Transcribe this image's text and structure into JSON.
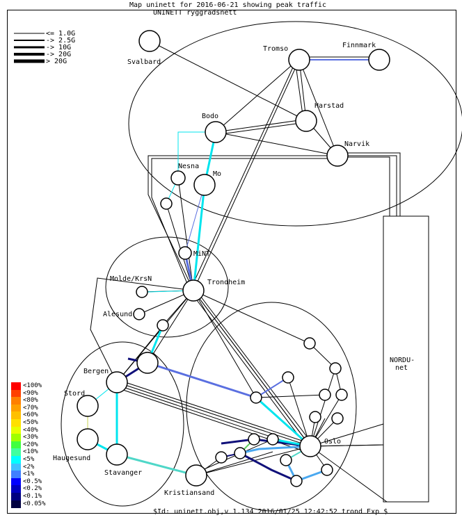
{
  "header": {
    "title": "Map uninett for 2016-06-21 showing peak traffic",
    "subtitle": "UNINETT ryggradsnett"
  },
  "footer": "$Id: uninett.obj,v 1.134 2016/01/25 12:42:52 trond Exp $",
  "bandwidth_legend": [
    {
      "label": "<= 1.0G",
      "level": 1
    },
    {
      "label": "-> 2.5G",
      "level": 2
    },
    {
      "label": "-> 10G",
      "level": 3
    },
    {
      "label": "-> 20G",
      "level": 4
    },
    {
      "label": "> 20G",
      "level": 5
    }
  ],
  "utilization_legend": [
    {
      "label": "<100%",
      "color": "#ff0000"
    },
    {
      "label": "<90%",
      "color": "#ff4000"
    },
    {
      "label": "<80%",
      "color": "#ff8000"
    },
    {
      "label": "<70%",
      "color": "#ffa000"
    },
    {
      "label": "<60%",
      "color": "#ffc000"
    },
    {
      "label": "<50%",
      "color": "#ffe000"
    },
    {
      "label": "<40%",
      "color": "#e8ff00"
    },
    {
      "label": "<30%",
      "color": "#a0ff00"
    },
    {
      "label": "<20%",
      "color": "#40ff40"
    },
    {
      "label": "<10%",
      "color": "#40ffa0"
    },
    {
      "label": "<5%",
      "color": "#00ffff"
    },
    {
      "label": "<2%",
      "color": "#40c0ff"
    },
    {
      "label": "<1%",
      "color": "#4080ff"
    },
    {
      "label": "<0.5%",
      "color": "#0000ff"
    },
    {
      "label": "<0.2%",
      "color": "#0000c0"
    },
    {
      "label": "<0.1%",
      "color": "#000080"
    },
    {
      "label": "<0.05%",
      "color": "#000040"
    }
  ],
  "nodes": {
    "svalbard": "Svalbard",
    "tromso": "Tromso",
    "finnmark": "Finnmark",
    "harstad": "Harstad",
    "bodo": "Bodo",
    "narvik": "Narvik",
    "nesna": "Nesna",
    "mo": "Mo",
    "mint": "MiNT",
    "molde": "Molde/KrsN",
    "trondheim": "Trondheim",
    "alesund": "Alesund",
    "bergen": "Bergen",
    "stord": "Stord",
    "haugesund": "Haugesund",
    "stavanger": "Stavanger",
    "kristiansand": "Kristiansand",
    "oslo": "Oslo",
    "nordunet": "NORDU-\nnet"
  },
  "colors": {
    "cyan": "#00e5ee",
    "steel": "#5a6fe0",
    "navy": "#10107a",
    "teal": "#4fd7c8",
    "sky": "#4aa8f0",
    "olive": "#c8d050",
    "lime": "#60d060"
  }
}
